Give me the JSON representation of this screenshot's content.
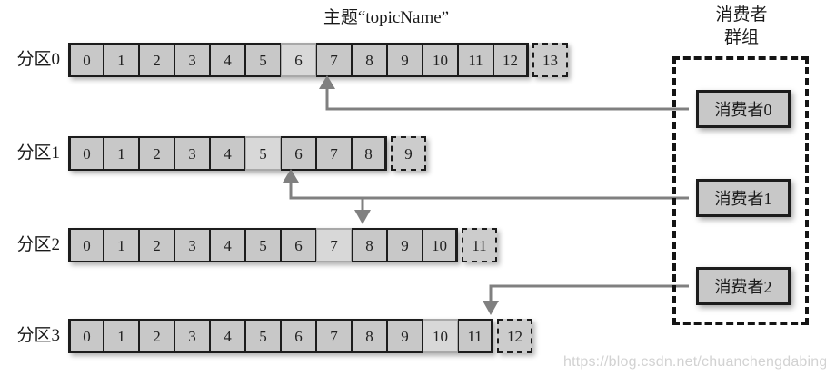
{
  "diagram": {
    "topic_title": "主题“topicName”",
    "consumer_group_title_line1": "消费者",
    "consumer_group_title_line2": "群组",
    "watermark": "https://blog.csdn.net/chuanchengdabing",
    "colors": {
      "cell_fill": "#c8c8c8",
      "cell_highlight_fill": "#d8d8d8",
      "cell_border": "#1c1c1c",
      "connector": "#808080",
      "background": "#ffffff",
      "watermark": "#d2d2d2"
    }
  },
  "partitions": [
    {
      "label": "分区0",
      "offsets": [
        "0",
        "1",
        "2",
        "3",
        "4",
        "5",
        "6",
        "7",
        "8",
        "9",
        "10",
        "11",
        "12"
      ],
      "trailing_offset": "13",
      "current_offset": "6",
      "current_index": 6
    },
    {
      "label": "分区1",
      "offsets": [
        "0",
        "1",
        "2",
        "3",
        "4",
        "5",
        "6",
        "7",
        "8"
      ],
      "trailing_offset": "9",
      "current_offset": "5",
      "current_index": 5
    },
    {
      "label": "分区2",
      "offsets": [
        "0",
        "1",
        "2",
        "3",
        "4",
        "5",
        "6",
        "7",
        "8",
        "9",
        "10"
      ],
      "trailing_offset": "11",
      "current_offset": "7",
      "current_index": 7
    },
    {
      "label": "分区3",
      "offsets": [
        "0",
        "1",
        "2",
        "3",
        "4",
        "5",
        "6",
        "7",
        "8",
        "9",
        "10",
        "11"
      ],
      "trailing_offset": "12",
      "current_offset": "10",
      "current_index": 10
    }
  ],
  "consumers": [
    {
      "label": "消费者0",
      "consumes": [
        "分区0"
      ]
    },
    {
      "label": "消费者1",
      "consumes": [
        "分区1",
        "分区2"
      ]
    },
    {
      "label": "消费者2",
      "consumes": [
        "分区3"
      ]
    }
  ]
}
